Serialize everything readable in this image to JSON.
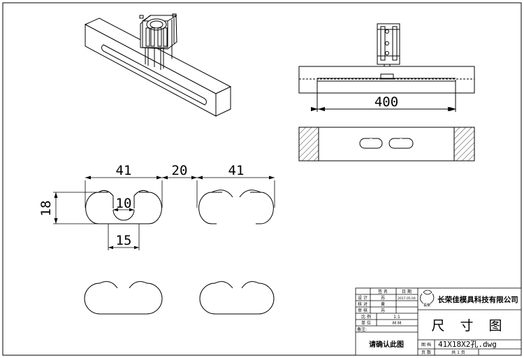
{
  "dimensions": {
    "length": "400",
    "slot_length": "41",
    "slot_gap": "20",
    "slot_length_2": "41",
    "height": "18",
    "neck_width": "10",
    "inner_width": "15"
  },
  "title_block": {
    "col_sign": "签 名",
    "col_date": "日 期",
    "row_design": "设 计",
    "row_check": "核 对",
    "row_audit": "审 核",
    "designer": "苏",
    "checker": "黄",
    "auditor": "苏",
    "date": "2017.05.04",
    "scale_label": "比 例",
    "scale_value": "1:1",
    "unit_label": "单 位",
    "unit_value": "M M",
    "remarks_label": "备注:",
    "confirm": "请确认此图",
    "company": "长荣佳模具科技有限公司",
    "logo_text": "長榮",
    "drawing_title": "尺 寸 图",
    "file_label": "图 档",
    "file_name": "41X18X2孔.dwg",
    "page_label": "页 数",
    "page_total": "共 1 页"
  }
}
